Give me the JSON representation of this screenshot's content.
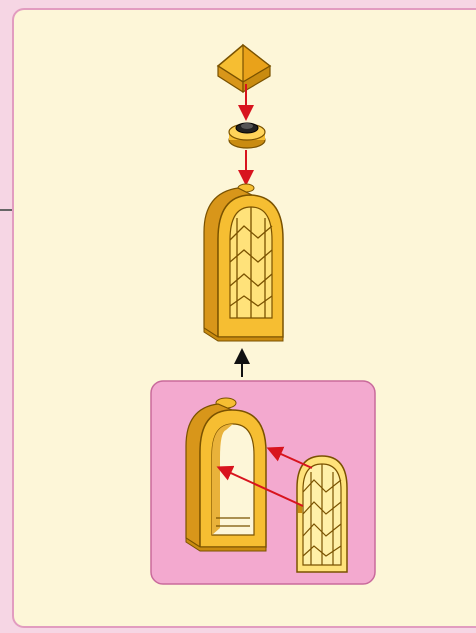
{
  "page": {
    "kind": "assembly-instruction-step",
    "colors": {
      "background": "#f6d6e4",
      "panel": "#fdf6d8",
      "panel_border": "#e29cc0",
      "subassembly_box": "#f3a9cf",
      "brick": "#f6be32",
      "brick_dark": "#c98b10",
      "brick_light": "#ffe27a",
      "arrow_red": "#d8141e",
      "arrow_black": "#111111"
    },
    "parts": [
      {
        "id": "tile-pyramid",
        "icon": "sloped-tile-icon"
      },
      {
        "id": "round-plate",
        "icon": "round-plate-icon"
      },
      {
        "id": "arched-window-assembled",
        "icon": "arched-window-icon"
      },
      {
        "id": "arched-frame",
        "icon": "arched-frame-icon"
      },
      {
        "id": "window-pane",
        "icon": "window-pane-icon"
      }
    ]
  }
}
